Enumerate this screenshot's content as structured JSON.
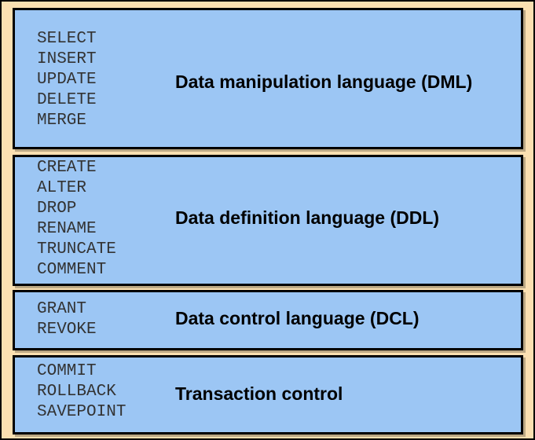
{
  "groups": [
    {
      "label": "Data manipulation language (DML)",
      "commands": [
        "SELECT",
        "INSERT",
        "UPDATE",
        "DELETE",
        "MERGE"
      ]
    },
    {
      "label": "Data definition language (DDL)",
      "commands": [
        "CREATE",
        "ALTER",
        "DROP",
        "RENAME",
        "TRUNCATE",
        "COMMENT"
      ]
    },
    {
      "label": "Data control language (DCL)",
      "commands": [
        "GRANT",
        "REVOKE"
      ]
    },
    {
      "label": "Transaction control",
      "commands": [
        "COMMIT",
        "ROLLBACK",
        "SAVEPOINT"
      ]
    }
  ],
  "colors": {
    "outer_background": "#FBE0B1",
    "panel_background": "#9CC6F4",
    "border": "#000000",
    "command_text": "#333333",
    "label_text": "#000000"
  }
}
